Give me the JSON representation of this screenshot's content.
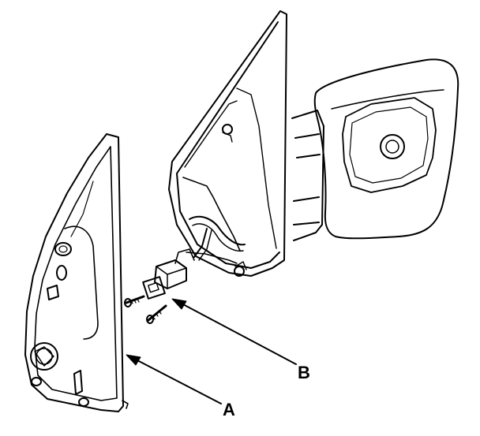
{
  "diagram": {
    "callouts": [
      {
        "id": "callout-b",
        "label": "B"
      },
      {
        "id": "callout-a",
        "label": "A"
      }
    ]
  },
  "colors": {
    "line": "#000000",
    "background": "#ffffff"
  }
}
